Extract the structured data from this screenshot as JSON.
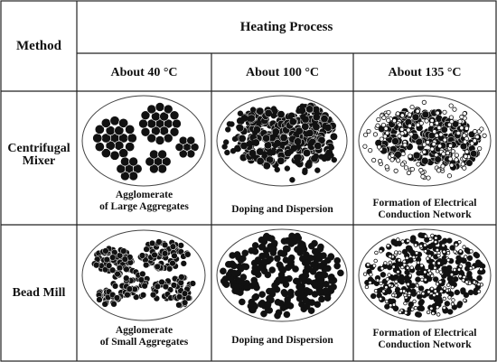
{
  "table": {
    "method_header": "Method",
    "process_header": "Heating Process",
    "temperatures": [
      "About 40 °C",
      "About 100 °C",
      "About 135 °C"
    ],
    "methods": [
      "Centrifugal\nMixer",
      "Bead Mill"
    ]
  },
  "captions": {
    "centrifugal": [
      [
        "Agglomerate",
        "of Large Aggregates"
      ],
      [
        "Doping and Dispersion"
      ],
      [
        "Formation of Electrical",
        "Conduction Network"
      ]
    ],
    "bead": [
      [
        "Agglomerate",
        "of Small Aggregates"
      ],
      [
        "Doping and Dispersion"
      ],
      [
        "Formation of Electrical",
        "Conduction Network"
      ]
    ]
  },
  "colors": {
    "border": "#222222",
    "particle": "#111111",
    "ellipse_fill": "#ffffff"
  },
  "icons": {
    "particles": "particle-cluster-illustration"
  }
}
